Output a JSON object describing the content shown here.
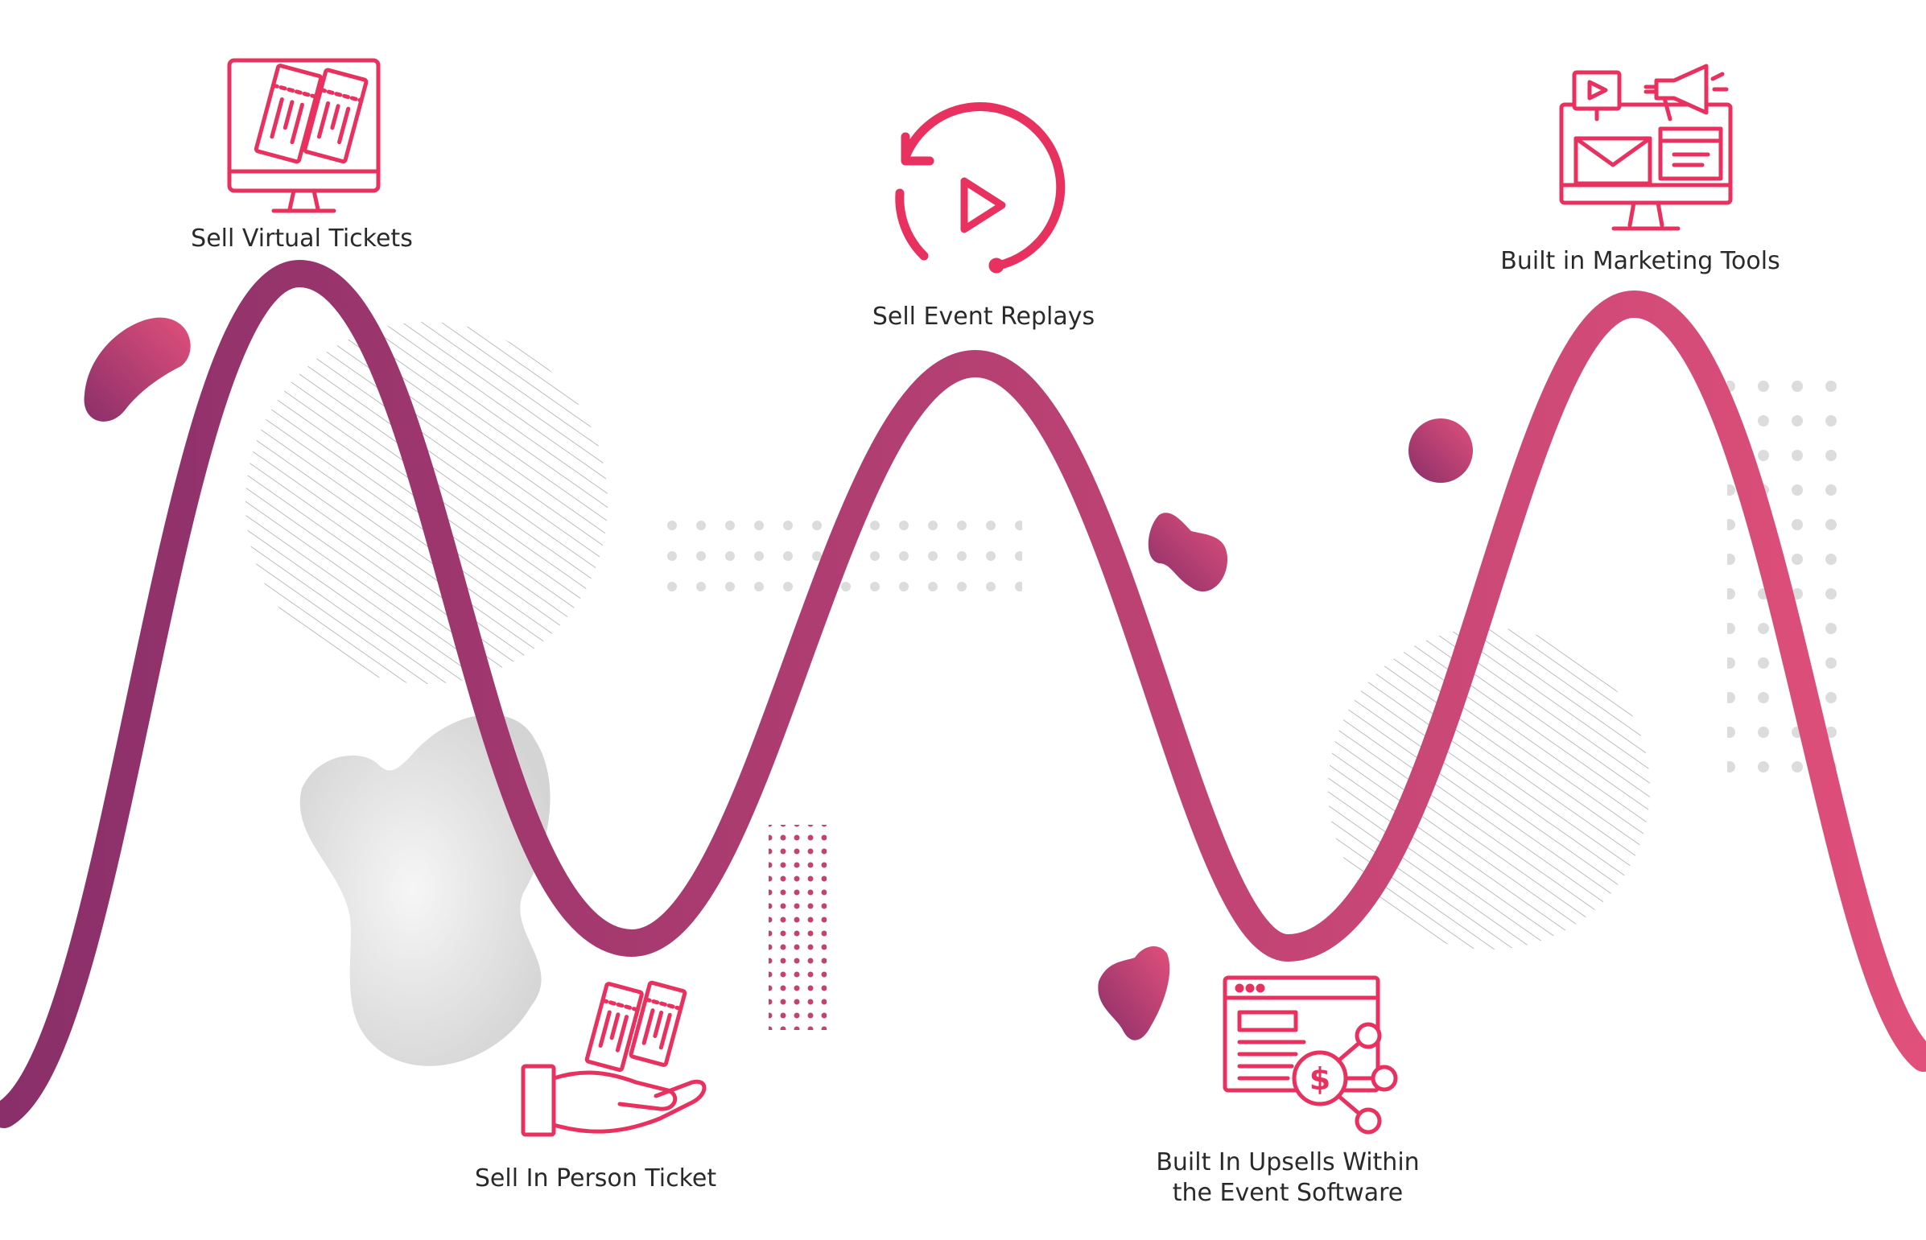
{
  "milestones": [
    {
      "id": "virtual",
      "label": "Sell Virtual Tickets",
      "icon": "ticket-monitor-icon"
    },
    {
      "id": "replays",
      "label": "Sell Event Replays",
      "icon": "replay-icon"
    },
    {
      "id": "marketing",
      "label": "Built in Marketing Tools",
      "icon": "marketing-tools-icon"
    },
    {
      "id": "inperson",
      "label": "Sell In Person Ticket",
      "icon": "ticket-hand-icon"
    },
    {
      "id": "upsells",
      "label_lines": [
        "Built In Upsells Within",
        "the Event Software"
      ],
      "icon": "upsell-browser-icon"
    }
  ],
  "colors": {
    "wave_start": "#8a2f6a",
    "wave_end": "#e0507a",
    "icon": "#e8315f",
    "text": "#2a2a2a",
    "dots": "#d9d9d9",
    "hatch": "#b5b5b5",
    "blob_gray": "#dedede"
  }
}
